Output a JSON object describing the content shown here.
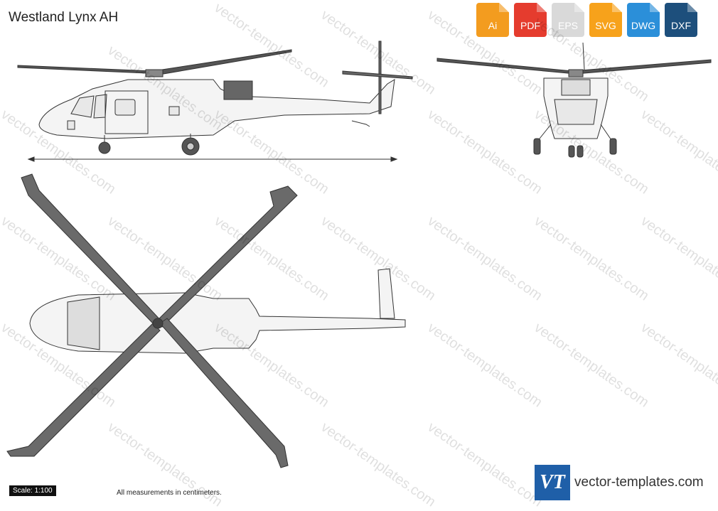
{
  "title": "Westland Lynx AH",
  "formats": [
    {
      "label": "Ai",
      "color": "#f39c1f"
    },
    {
      "label": "PDF",
      "color": "#e53c2e"
    },
    {
      "label": "EPS",
      "color": "#d9d9d9"
    },
    {
      "label": "SVG",
      "color": "#f7a21b"
    },
    {
      "label": "DWG",
      "color": "#2b8fd9"
    },
    {
      "label": "DXF",
      "color": "#1d4f7c"
    }
  ],
  "scale": "Scale: 1:100",
  "measurements_note": "All measurements in centimeters.",
  "brand": {
    "logo": "VT",
    "name": "vector-templates.com"
  },
  "watermark": "vector-templates.com",
  "colors": {
    "rotor": "#6a6a6a",
    "outline": "#333333",
    "body": "#f4f4f4"
  }
}
